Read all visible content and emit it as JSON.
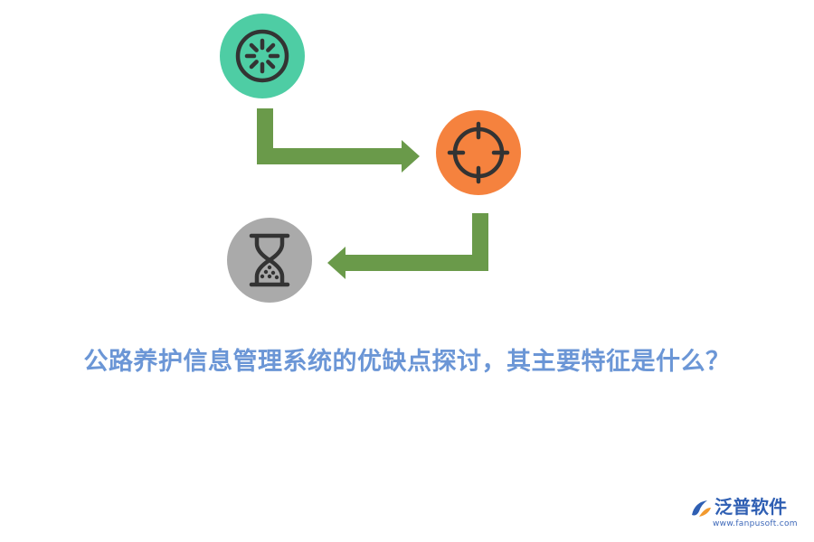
{
  "diagram": {
    "nodes": [
      {
        "id": "start",
        "icon": "loading-spinner-icon",
        "color": "#4ecda4"
      },
      {
        "id": "target",
        "icon": "crosshair-icon",
        "color": "#f5823e"
      },
      {
        "id": "wait",
        "icon": "hourglass-icon",
        "color": "#aaaaaa"
      }
    ],
    "edges": [
      {
        "from": "start",
        "to": "target"
      },
      {
        "from": "target",
        "to": "wait"
      }
    ],
    "arrow_color": "#6a9a4a",
    "icon_stroke_color": "#333333"
  },
  "headline": {
    "text": "公路养护信息管理系统的优缺点探讨，其主要特征是什么？",
    "color": "#6b96d6"
  },
  "brand": {
    "name": "泛普软件",
    "url": "www.fanpusoft.com",
    "color": "#2f5fb3",
    "logo_accent": "#f29a2e"
  }
}
